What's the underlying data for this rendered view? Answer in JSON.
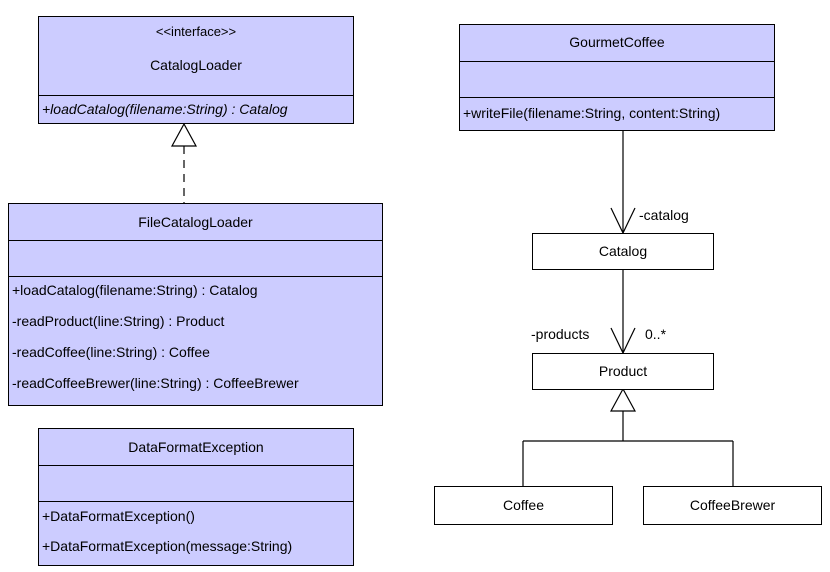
{
  "diagram": {
    "colors": {
      "class_fill": "#ccccff",
      "line": "#000000",
      "plain_fill": "#ffffff"
    },
    "classes": {
      "catalog_loader": {
        "stereotype": "<<interface>>",
        "name": "CatalogLoader",
        "operations": [
          "+loadCatalog(filename:String) : Catalog"
        ]
      },
      "file_catalog_loader": {
        "name": "FileCatalogLoader",
        "operations": [
          "+loadCatalog(filename:String) : Catalog",
          "-readProduct(line:String) : Product",
          "-readCoffee(line:String) : Coffee",
          "-readCoffeeBrewer(line:String) : CoffeeBrewer"
        ]
      },
      "data_format_exception": {
        "name": "DataFormatException",
        "operations": [
          "+DataFormatException()",
          "+DataFormatException(message:String)"
        ]
      },
      "gourmet_coffee": {
        "name": "GourmetCoffee",
        "operations": [
          "+writeFile(filename:String, content:String)"
        ]
      },
      "catalog": {
        "name": "Catalog"
      },
      "product": {
        "name": "Product"
      },
      "coffee": {
        "name": "Coffee"
      },
      "coffee_brewer": {
        "name": "CoffeeBrewer"
      }
    },
    "associations": {
      "catalog_role": "-catalog",
      "products_role": "-products",
      "products_multiplicity": "0..*"
    }
  }
}
